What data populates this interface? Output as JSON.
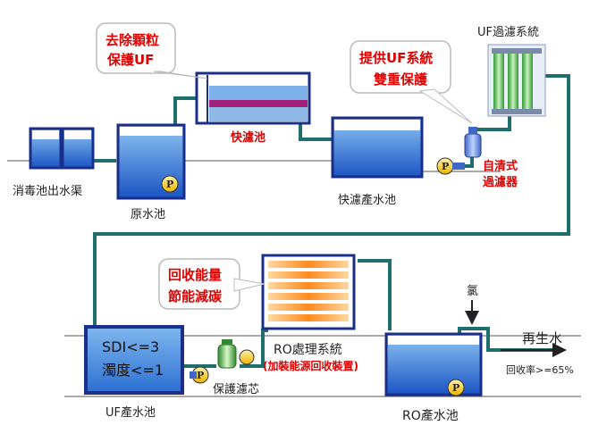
{
  "callouts": {
    "remove_particles": [
      "去除顆粒",
      "保護UF"
    ],
    "dual_protection": [
      "提供UF系統",
      "雙重保護"
    ],
    "energy_recovery": [
      "回收能量",
      "節能減碳"
    ]
  },
  "labels": {
    "disinfection_outlet": "消毒池出水渠",
    "raw_water_tank": "原水池",
    "rapid_filter": "快濾池",
    "rapid_filter_product": "快濾產水池",
    "uf_system": "UF過濾系統",
    "self_clean_filter": [
      "自清式",
      "過濾器"
    ],
    "uf_product": "UF產水池",
    "protective_cartridge": "保護濾芯",
    "ro_system": "RO處理系統",
    "ro_energy_note": "(加裝能源回收裝置)",
    "ro_product": "RO產水池",
    "chlorine": "氯",
    "reclaimed_water": "再生水",
    "recovery_rate": "回收率>=65%"
  },
  "uf_tank_text": [
    "SDI<=3",
    "濁度<=1"
  ],
  "pump_symbol": "P",
  "colors": {
    "pipe": "#1e6e6e",
    "water": "#2a6fd0",
    "tank_border": "#1a2f8a",
    "red": "#e00000",
    "uf_module": "#4dbb4d"
  }
}
